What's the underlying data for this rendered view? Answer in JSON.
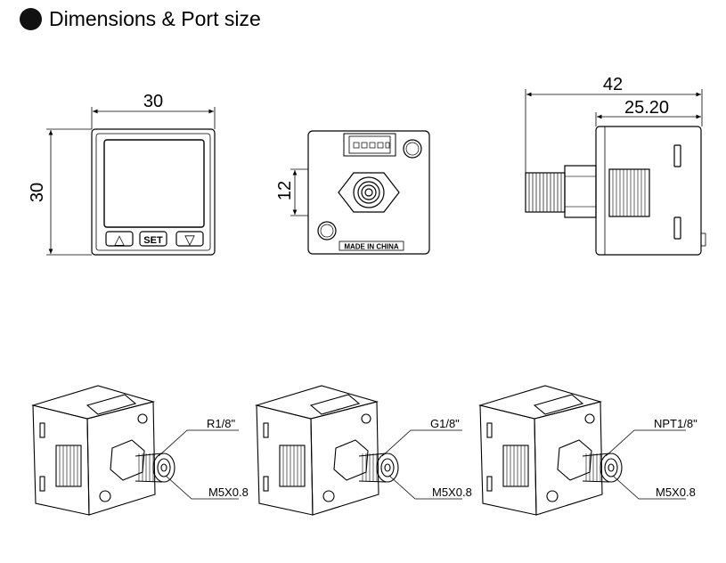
{
  "header": {
    "title": "Dimensions & Port size"
  },
  "front_view": {
    "width_dim": "30",
    "height_dim": "30",
    "btn_up": "△",
    "btn_set": "SET",
    "btn_down": "▽"
  },
  "back_view": {
    "port_dim": "12",
    "made_in": "MADE IN CHINA"
  },
  "side_view": {
    "overall_dim": "42",
    "body_dim": "25.20"
  },
  "variants": [
    {
      "thread": "R1/8\"",
      "port": "M5X0.8"
    },
    {
      "thread": "G1/8\"",
      "port": "M5X0.8"
    },
    {
      "thread": "NPT1/8\"",
      "port": "M5X0.8"
    }
  ]
}
